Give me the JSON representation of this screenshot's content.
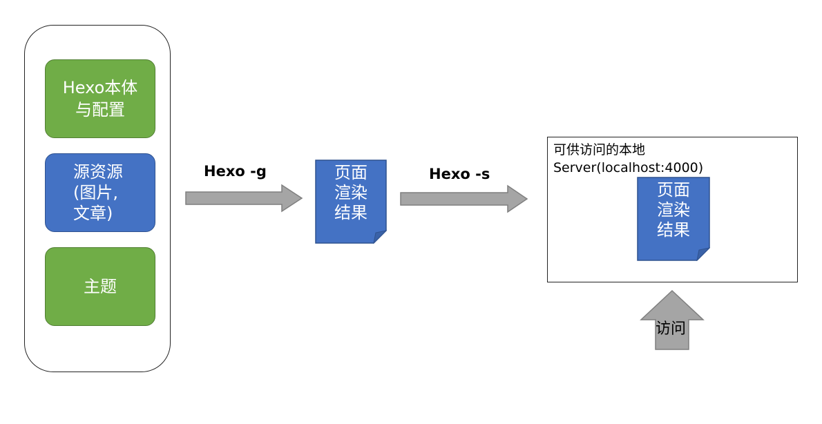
{
  "source_panel": {
    "core_box": {
      "lines": [
        "Hexo本体",
        "与配置"
      ],
      "color": "#70ad47"
    },
    "source_box": {
      "lines": [
        "源资源",
        "(图片,",
        "文章)"
      ],
      "color": "#4472c4"
    },
    "theme_box": {
      "lines": [
        "主题"
      ],
      "color": "#70ad47"
    }
  },
  "commands": {
    "generate": "Hexo -g",
    "server": "Hexo -s"
  },
  "rendered_doc": {
    "lines": [
      "页面",
      "渲染",
      "结果"
    ],
    "color": "#4472c4"
  },
  "server": {
    "title_lines": [
      "可供访问的本地",
      "Server(localhost:4000)"
    ],
    "doc_lines": [
      "页面",
      "渲染",
      "结果"
    ]
  },
  "visit": {
    "label": "访问"
  },
  "colors": {
    "arrow_fill": "#a5a5a5",
    "arrow_stroke": "#7f7f7f"
  }
}
